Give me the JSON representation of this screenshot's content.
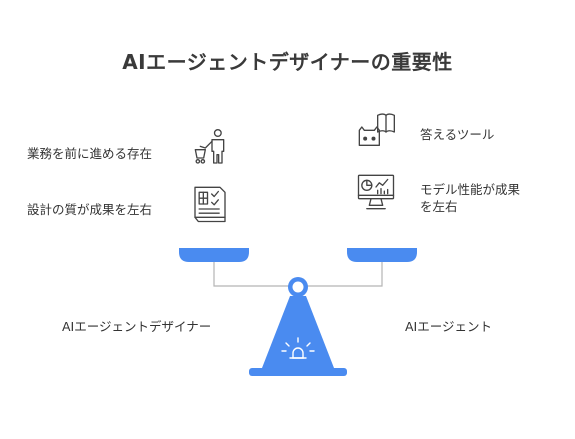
{
  "title": "AIエージェントデザイナーの重要性",
  "left": {
    "items": [
      {
        "label": "業務を前に進める存在",
        "icon": "person-with-cart-icon"
      },
      {
        "label": "設計の質が成果を左右",
        "icon": "blueprint-document-icon"
      }
    ],
    "side_label": "AIエージェントデザイナー"
  },
  "right": {
    "items": [
      {
        "label": "答えるツール",
        "icon": "robot-with-book-icon"
      },
      {
        "label_line1": "モデル性能が成果",
        "label_line2": "を左右",
        "icon": "monitor-analytics-icon"
      }
    ],
    "side_label": "AIエージェント"
  },
  "colors": {
    "accent": "#4A8BF0",
    "text": "#333333",
    "line": "#B5B5B5"
  }
}
